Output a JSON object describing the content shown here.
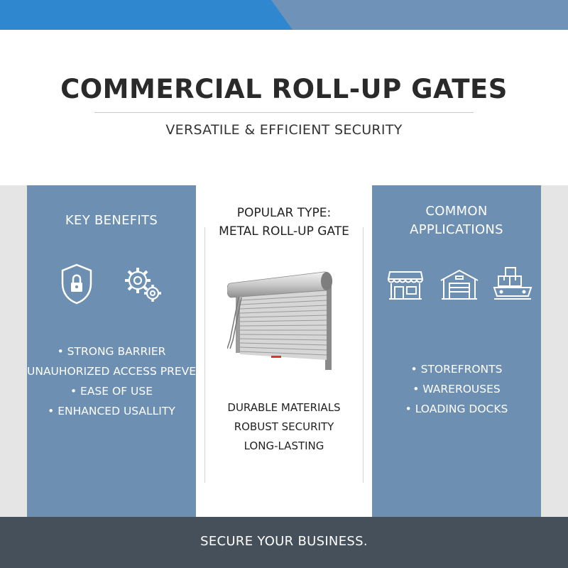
{
  "header": {
    "title": "COMMERCIAL ROLL-UP GATES",
    "subtitle": "VERSATILE & EFFICIENT SECURITY"
  },
  "benefits": {
    "heading": "KEY BENEFITS",
    "icons": [
      "shield-lock-icon",
      "gears-icon"
    ],
    "items": [
      "• STRONG BARRIER",
      "UNAUHORIZED ACCESS PREVENTION",
      "•   EASE OF USE",
      "• ENHANCED USALLITY"
    ]
  },
  "center": {
    "heading_line1": "POPULAR TYPE:",
    "heading_line2": "METAL ROLL-UP GATE",
    "image": "metal-roll-up-gate",
    "features": [
      "DURABLE MATERIALS",
      "ROBUST SECURITY",
      "LONG-LASTING"
    ]
  },
  "applications": {
    "heading_line1": "COMMON",
    "heading_line2": "APPLICATIONS",
    "icons": [
      "storefront-icon",
      "warehouse-icon",
      "loading-dock-icon"
    ],
    "items": [
      "• STOREFRONTS",
      "• WAREROUSES",
      "• LOADING DOCKS"
    ]
  },
  "footer": {
    "text": "SECURE YOUR BUSINESS."
  },
  "colors": {
    "top_band": "#6f93b8",
    "top_accent": "#2f87cf",
    "panel": "#6d8fb2",
    "footer": "#45505b"
  }
}
